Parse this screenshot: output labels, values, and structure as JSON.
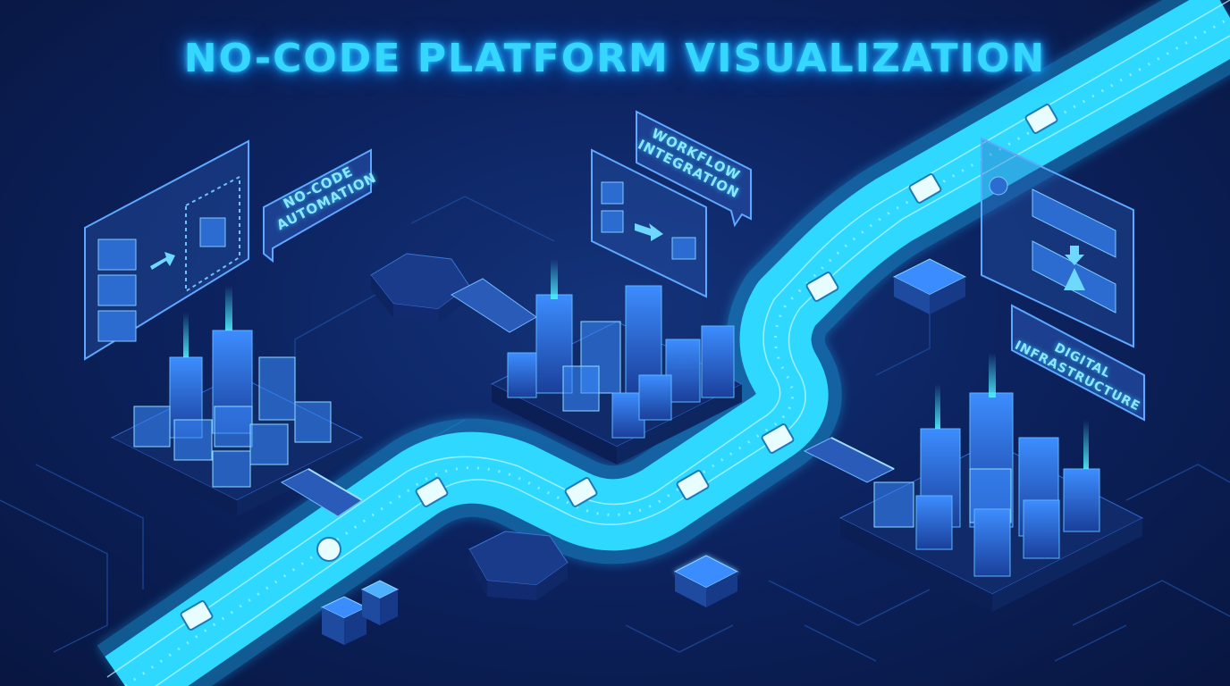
{
  "title": "NO-CODE PLATFORM VISUALIZATION",
  "labels": {
    "automation": {
      "line1": "NO-CODE",
      "line2": "AUTOMATION"
    },
    "workflow": {
      "line1": "WORKFLOW",
      "line2": "INTEGRATION"
    },
    "infrastructure": {
      "line1": "DIGITAL",
      "line2": "INFRASTRUCTURE"
    }
  },
  "colors": {
    "background": "#0c2360",
    "glow": "#35d6ff",
    "path": "#2fd8ff",
    "panel": "#1e4aa0",
    "building": "#2a6fd6"
  },
  "icons": [
    "cursor-icon",
    "copy-icon",
    "monitor-icon",
    "arrow-right-icon",
    "touch-icon",
    "plus-icon",
    "move-icon",
    "more-icon",
    "user-icon",
    "arrow-down-icon",
    "pyramid-icon",
    "document-icon",
    "cloud-icon",
    "calendar-icon"
  ]
}
